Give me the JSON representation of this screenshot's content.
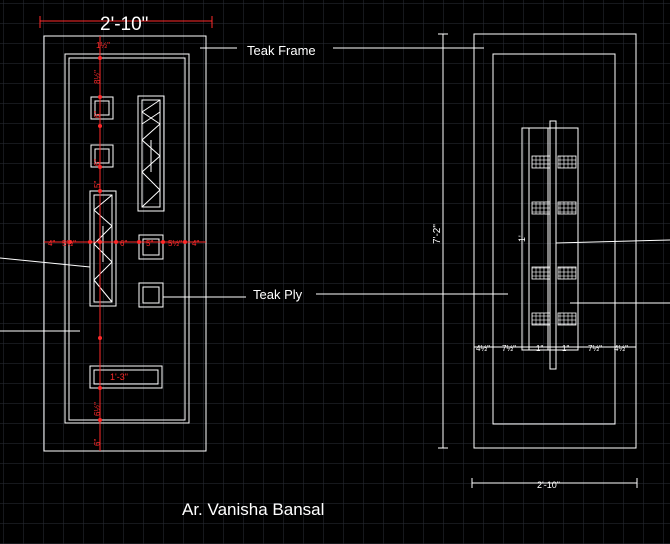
{
  "colors": {
    "background": "#000000",
    "grid": "#2a2e36",
    "outline": "#ffffff",
    "dimension": "#ff2a2a"
  },
  "labels": {
    "teak_frame": "Teak Frame",
    "teak_ply": "Teak Ply",
    "author": "Ar. Vanisha Bansal"
  },
  "left_elevation": {
    "overall_width": "2'-10\"",
    "panel_width": "1'-3\""
  },
  "right_elevation": {
    "overall_height": "7'-2\"",
    "overall_width": "2'-10\"",
    "inner_height": "1'"
  }
}
